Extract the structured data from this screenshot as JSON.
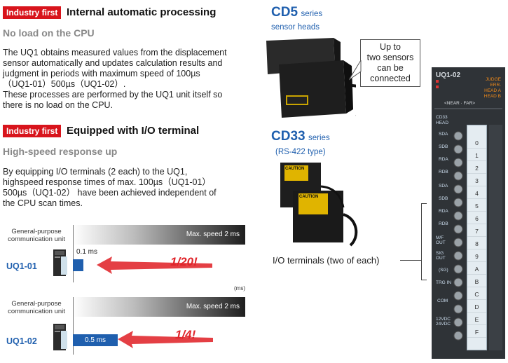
{
  "section1": {
    "badge": "Industry first",
    "title": "Internal automatic processing",
    "subtitle": "No load on the CPU",
    "lines": [
      "The UQ1 obtains measured values from the displacement",
      "sensor automatically and updates calculation results and",
      "judgment in periods with maximum speed of 100µs",
      "（UQ1-01）500µs（UQ1-02）.",
      "These processes are performed by the UQ1 unit itself so",
      "there is no load on the CPU."
    ]
  },
  "section2": {
    "badge": "Industry first",
    "title": "Equipped with I/O terminal",
    "subtitle": "High-speed response up",
    "lines": [
      "By equipping I/O terminals (2 each) to the UQ1,",
      "highspeed response times of max. 100µs（UQ1-01）",
      "500µs（UQ1-02） have been achieved independent of",
      "the CPU scan times."
    ]
  },
  "comparison": {
    "general_label_1": "General-purpose",
    "general_label_2": "communication unit",
    "unit": "(ms)",
    "max_speed_label": "Max. speed 2 ms",
    "max_speed_value_ms": 2,
    "bar_color": "#1f5fae",
    "arrow_color": "#e0242a",
    "rows": [
      {
        "model": "UQ1-01",
        "value_label": "0.1 ms",
        "value_ms": 0.1,
        "ratio": "1/20!"
      },
      {
        "model": "UQ1-02",
        "value_label": "0.5 ms",
        "value_ms": 0.5,
        "ratio": "1/4!"
      }
    ]
  },
  "products": {
    "cd5": {
      "name": "CD5",
      "series": "series",
      "sub": "sensor heads"
    },
    "cd33": {
      "name": "CD33",
      "series": "series",
      "sub": "(RS-422 type)"
    },
    "callout": [
      "Up to",
      "two sensors",
      "can be",
      "connected"
    ],
    "io_label": "I/O terminals (two of each)",
    "caution": "CAUTION"
  },
  "module": {
    "model": "UQ1-02",
    "status_right": [
      "JUDGE",
      "ERR.",
      "HEAD A",
      "HEAD B"
    ],
    "near_far": "<NEAR · FAR>",
    "head_label": "CD33 HEAD",
    "terminal_labels": [
      "SDA",
      "SDB",
      "RDA",
      "RDB",
      "SDA",
      "SDB",
      "RDA",
      "RDB",
      "M/F OUT",
      "SIG OUT",
      "(SG)",
      "TRG IN",
      "COM",
      "12VDC 24VDC"
    ],
    "terminal_numbers": [
      "0",
      "1",
      "2",
      "3",
      "4",
      "5",
      "6",
      "7",
      "8",
      "9",
      "A",
      "B",
      "C",
      "D",
      "E",
      "F"
    ]
  }
}
